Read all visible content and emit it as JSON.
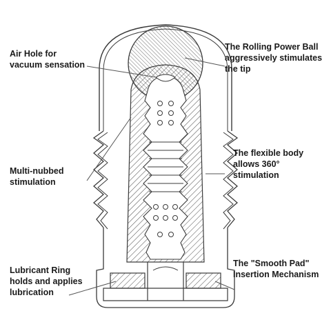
{
  "callouts": {
    "air_hole": [
      "Air Hole for",
      "vacuum sensation"
    ],
    "multi_nubbed": [
      "Multi-nubbed",
      "stimulation"
    ],
    "lubricant_ring": [
      "Lubricant Ring",
      "holds and applies",
      "lubrication"
    ],
    "rolling_ball": [
      "The Rolling Power Ball",
      "aggressively stimulates",
      "the tip"
    ],
    "flexible_body": [
      "The flexible body",
      "allows 360°",
      "stimulation"
    ],
    "smooth_pad": [
      "The \"Smooth Pad\"",
      "Insertion Mechanism"
    ]
  },
  "colors": {
    "line": "#3a3a3a",
    "leader": "#555555",
    "text": "#1a1a1a",
    "background": "#ffffff"
  }
}
